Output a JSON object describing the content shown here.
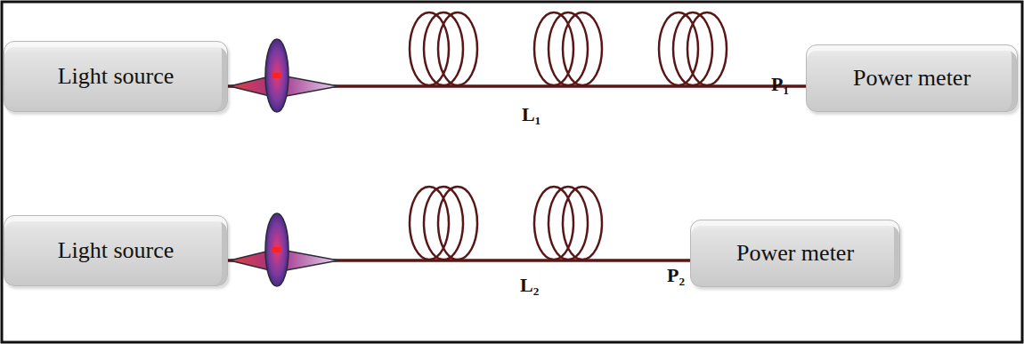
{
  "diagram": {
    "nodes": [
      {
        "text": [
          "Light source"
        ]
      },
      {
        "text": [
          "Power meter"
        ]
      },
      {
        "text": [
          "Light source"
        ]
      },
      {
        "text": [
          "Power meter"
        ]
      }
    ],
    "edges": [
      {
        "from": 0,
        "to": 1,
        "arrow": "none"
      },
      {
        "from": 2,
        "to": 3,
        "arrow": "none"
      }
    ],
    "labels": [
      "L₁",
      "P₁",
      "L₂",
      "P₂"
    ]
  }
}
